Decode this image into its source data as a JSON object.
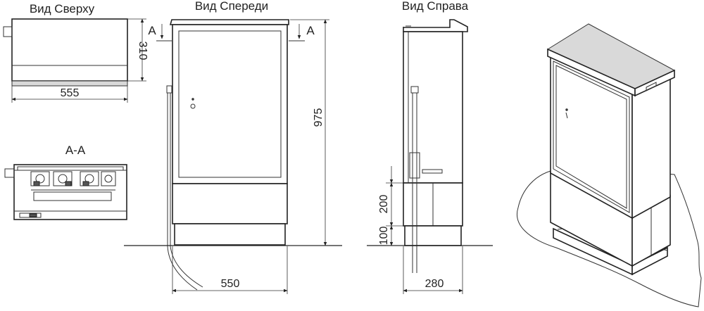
{
  "views": {
    "top": "Вид Сверху",
    "front": "Вид Спереди",
    "right": "Вид Справа",
    "section": "А-А"
  },
  "section_marker": "А",
  "dimensions": {
    "top_depth": "310",
    "top_width": "555",
    "front_height": "975",
    "front_width": "550",
    "right_base": "200",
    "right_plinth": "100",
    "right_depth": "280"
  },
  "colors": {
    "line": "#222222",
    "shade": "#d9d9d9"
  }
}
